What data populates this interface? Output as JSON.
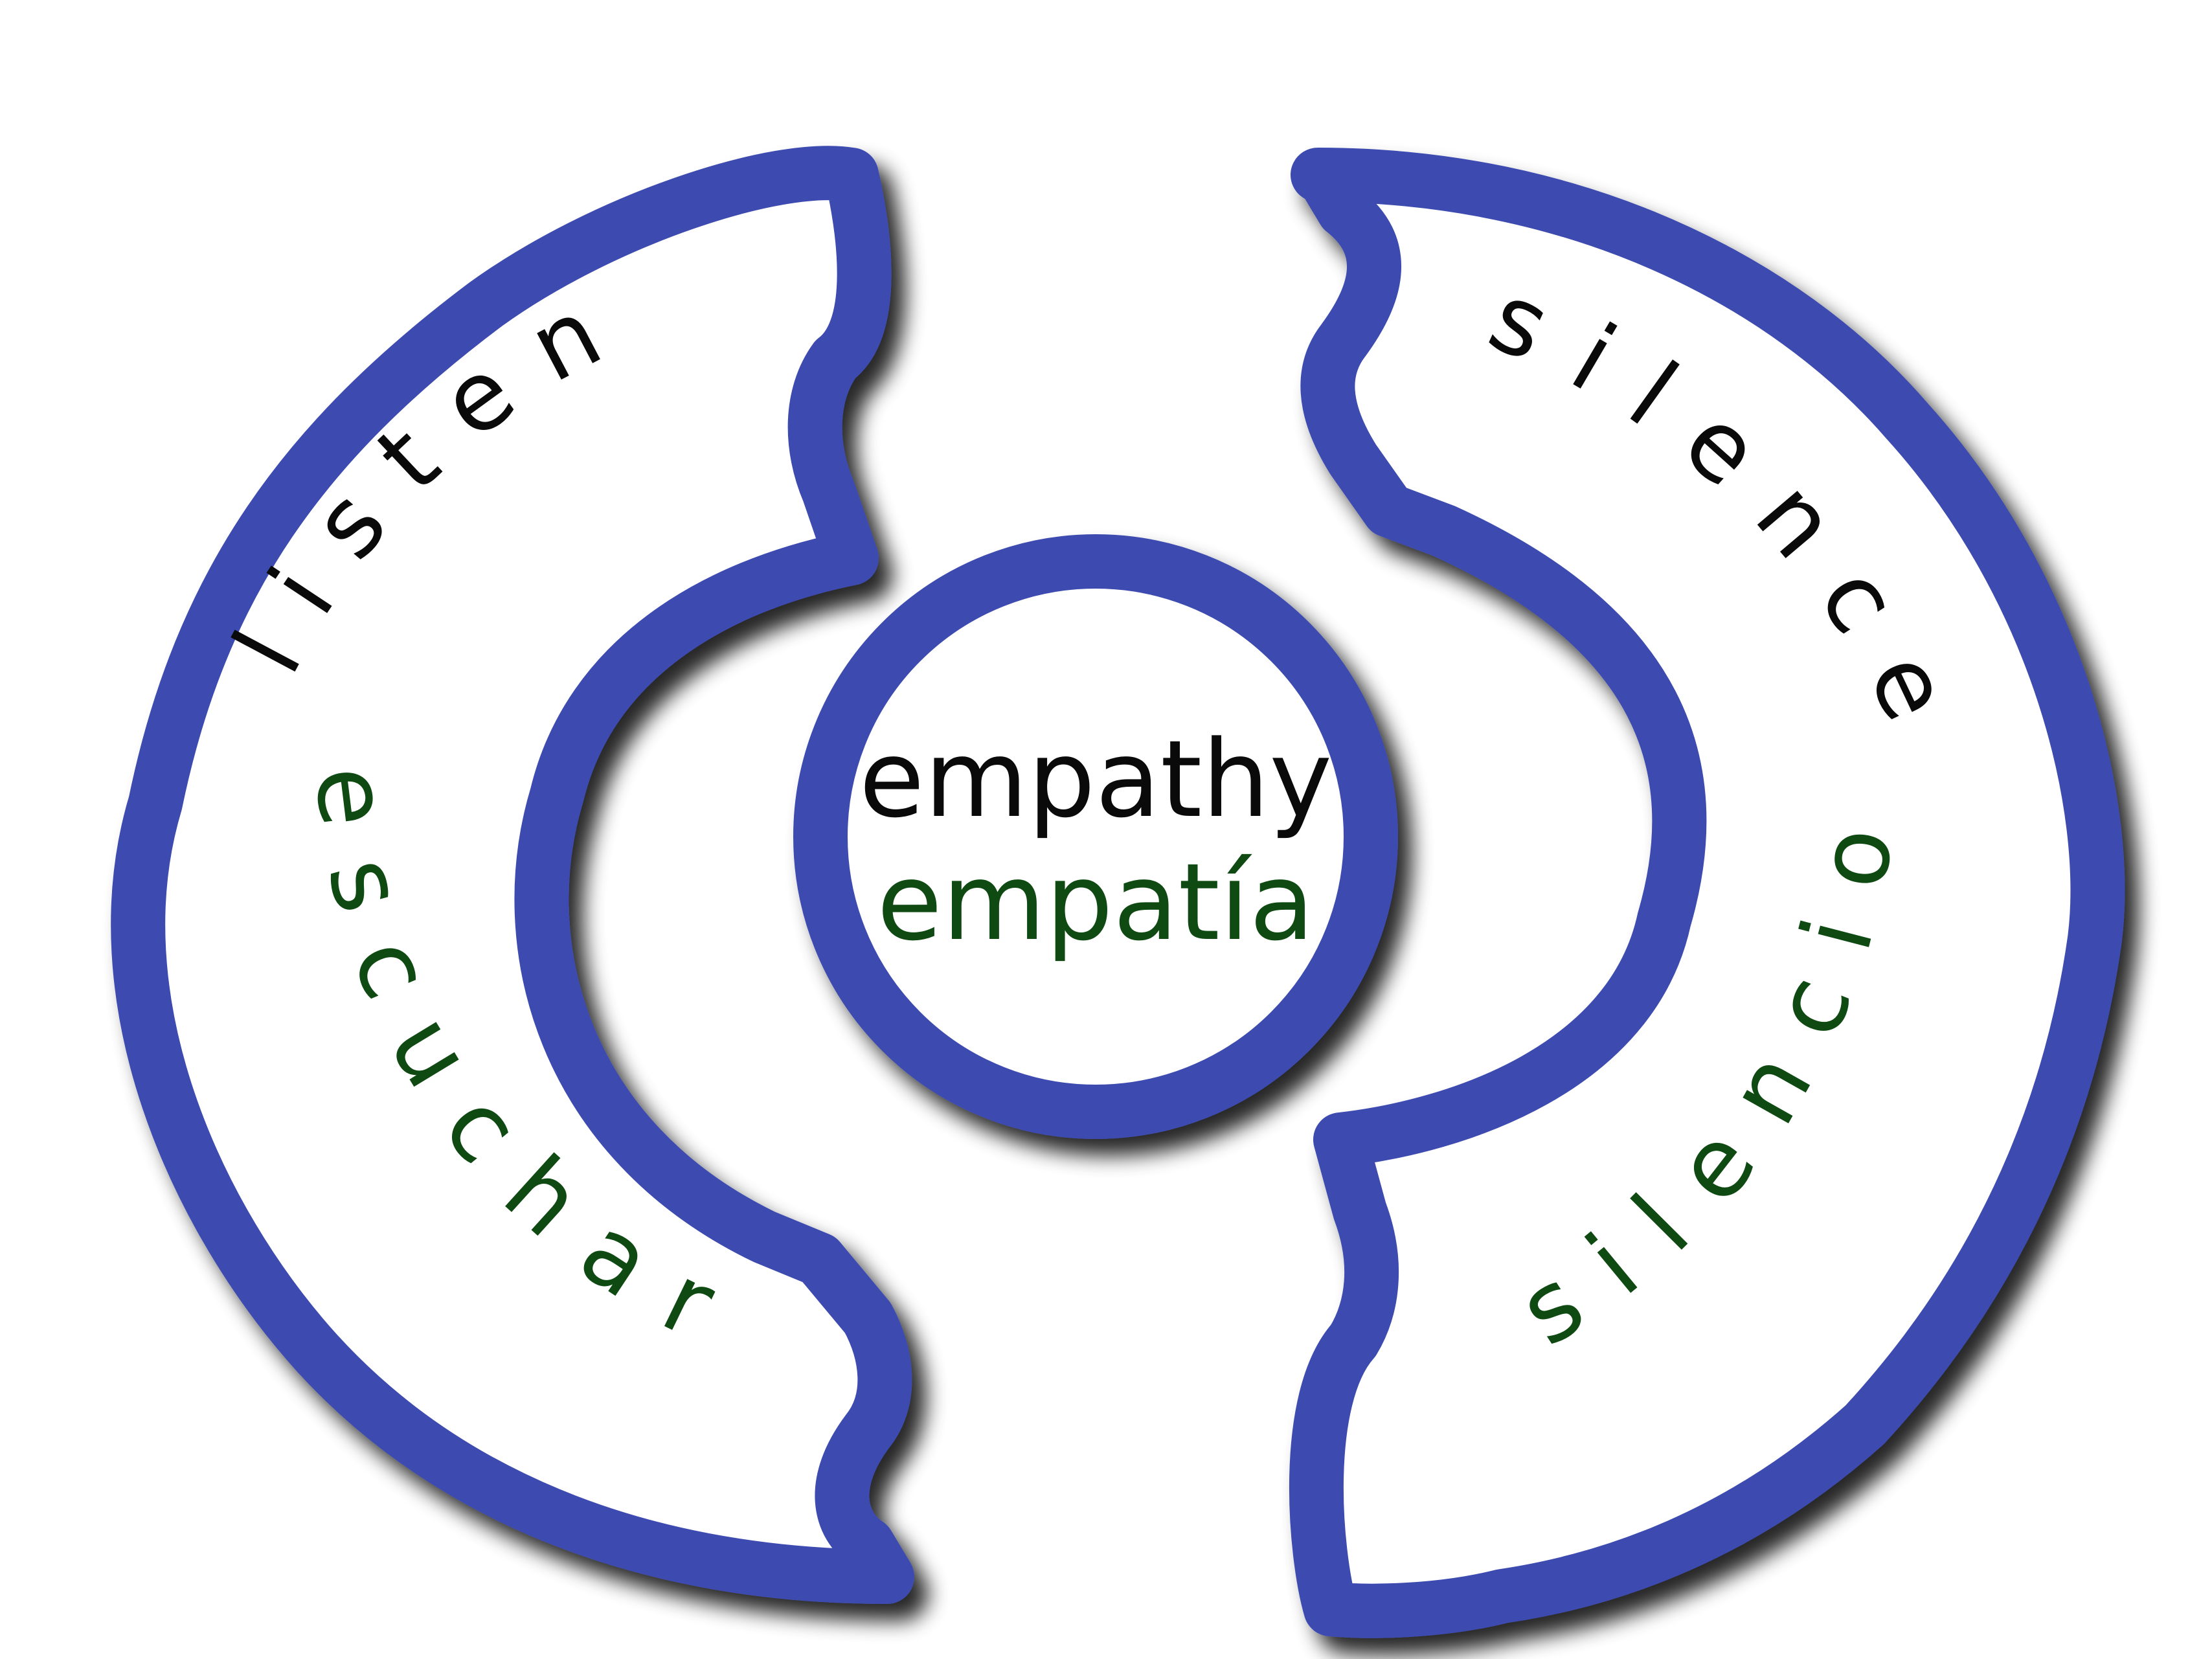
{
  "diagram": {
    "left_piece": {
      "label_en": "listen",
      "label_es": "escuchar"
    },
    "right_piece": {
      "label_en": "silence",
      "label_es": "silencio"
    },
    "center": {
      "label_en": "empathy",
      "label_es": "empatía"
    },
    "colors": {
      "outline": "#3d4bb0",
      "english_text": "#0a0a0a",
      "spanish_text": "#0e4a12",
      "fill": "#ffffff"
    }
  }
}
